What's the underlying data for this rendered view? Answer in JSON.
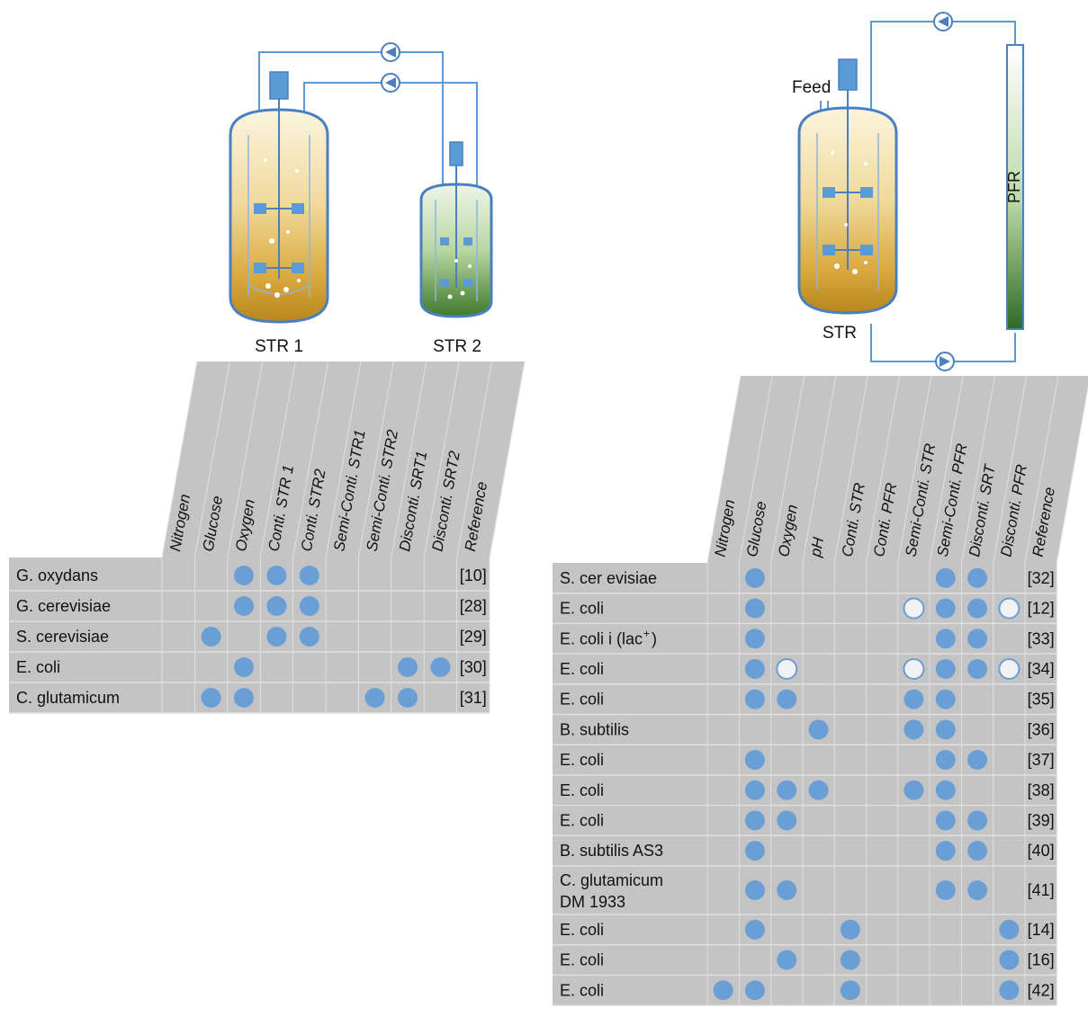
{
  "left_setup": {
    "labels": {
      "str1": "STR 1",
      "str2": "STR 2"
    },
    "table": {
      "columns": [
        "Nitrogen",
        "Glucose",
        "Oxygen",
        "Conti. STR 1",
        "Conti. STR2",
        "Semi-Conti. STR1",
        "Semi-Conti. STR2",
        "Disconti. SRT1",
        "Disconti. SRT2",
        "Reference"
      ],
      "rows": [
        {
          "organism": "G. oxydans",
          "reference": "[10]",
          "marks": {
            "2": "filled",
            "3": "filled",
            "4": "filled"
          }
        },
        {
          "organism": "G. cerevisiae",
          "reference": "[28]",
          "marks": {
            "2": "filled",
            "3": "filled",
            "4": "filled"
          }
        },
        {
          "organism": "S. cerevisiae",
          "reference": "[29]",
          "marks": {
            "1": "filled",
            "3": "filled",
            "4": "filled"
          }
        },
        {
          "organism": "E. coli",
          "reference": "[30]",
          "marks": {
            "2": "filled",
            "7": "filled",
            "8": "filled"
          }
        },
        {
          "organism": "C. glutamicum",
          "reference": "[31]",
          "marks": {
            "1": "filled",
            "2": "filled",
            "6": "filled",
            "7": "filled"
          }
        }
      ]
    }
  },
  "right_setup": {
    "labels": {
      "feed": "Feed",
      "str": "STR",
      "pfr": "PFR"
    },
    "table": {
      "columns": [
        "Nitrogen",
        "Glucose",
        "Oxygen",
        "pH",
        "Conti. STR",
        "Conti. PFR",
        "Semi-Conti. STR",
        "Semi-Conti. PFR",
        "Disconti. SRT",
        "Disconti. PFR",
        "Reference"
      ],
      "rows": [
        {
          "organism": "S. cer evisiae",
          "reference": "[32]",
          "marks": {
            "1": "filled",
            "7": "filled",
            "8": "filled"
          }
        },
        {
          "organism": "E. coli",
          "reference": "[12]",
          "marks": {
            "1": "filled",
            "6": "open",
            "7": "filled",
            "8": "filled",
            "9": "open"
          }
        },
        {
          "organism": "E. coli i (lac",
          "superscript": "+",
          "organism_suffix": ")",
          "reference": "[33]",
          "marks": {
            "1": "filled",
            "7": "filled",
            "8": "filled"
          }
        },
        {
          "organism": "E. coli",
          "reference": "[34]",
          "marks": {
            "1": "filled",
            "2": "open",
            "6": "open",
            "7": "filled",
            "8": "filled",
            "9": "open"
          }
        },
        {
          "organism": "E. coli",
          "reference": "[35]",
          "marks": {
            "1": "filled",
            "2": "filled",
            "6": "filled",
            "7": "filled"
          }
        },
        {
          "organism": "B. subtilis",
          "reference": "[36]",
          "marks": {
            "3": "filled",
            "6": "filled",
            "7": "filled"
          }
        },
        {
          "organism": "E. coli",
          "reference": "[37]",
          "marks": {
            "1": "filled",
            "7": "filled",
            "8": "filled"
          }
        },
        {
          "organism": "E. coli",
          "reference": "[38]",
          "marks": {
            "1": "filled",
            "2": "filled",
            "3": "filled",
            "6": "filled",
            "7": "filled"
          }
        },
        {
          "organism": "E. coli",
          "reference": "[39]",
          "marks": {
            "1": "filled",
            "2": "filled",
            "7": "filled",
            "8": "filled"
          }
        },
        {
          "organism": "B. subtilis AS3",
          "reference": "[40]",
          "marks": {
            "1": "filled",
            "7": "filled",
            "8": "filled"
          }
        },
        {
          "organism": "C. glutamicum",
          "organism_line2": "DM 1933",
          "reference": "[41]",
          "tall": true,
          "marks": {
            "1": "filled",
            "2": "filled",
            "7": "filled",
            "8": "filled"
          }
        },
        {
          "organism": "E. coli",
          "reference": "[14]",
          "marks": {
            "1": "filled",
            "4": "filled",
            "9": "filled"
          }
        },
        {
          "organism": "E. coli",
          "reference": "[16]",
          "marks": {
            "2": "filled",
            "4": "filled",
            "9": "filled"
          }
        },
        {
          "organism": "E. coli",
          "reference": "[42]",
          "marks": {
            "0": "filled",
            "1": "filled",
            "4": "filled",
            "9": "filled"
          }
        }
      ]
    }
  },
  "colors": {
    "table_bg": "#c4c4c4",
    "grid": "#e0e0e0",
    "dot": "#6a9fd6",
    "open_dot_fill": "#f2f2f2",
    "pipe": "#5b9bd5",
    "vessel": "#4a7fc0"
  }
}
